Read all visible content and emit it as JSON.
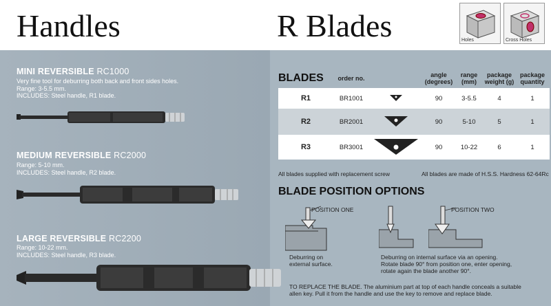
{
  "header": {
    "left_title": "Handles",
    "right_title": "R Blades",
    "thumb1_caption": "Holes",
    "thumb2_caption": "Cross Holes"
  },
  "products": [
    {
      "name": "MINI REVERSIBLE",
      "code": "RC1000",
      "desc1": "Very fine tool for deburring both back and front sides holes.",
      "desc2": "Range: 3-5.5 mm.",
      "desc3": "INCLUDES:   Steel handle, R1 blade."
    },
    {
      "name": "MEDIUM REVERSIBLE",
      "code": "RC2000",
      "desc1": "Range: 5-10 mm.",
      "desc2": "INCLUDES:   Steel handle, R2 blade."
    },
    {
      "name": "LARGE REVERSIBLE",
      "code": "RC2200",
      "desc1": "Range: 10-22 mm.",
      "desc2": "INCLUDES:   Steel handle, R3 blade."
    }
  ],
  "blades_table": {
    "title": "BLADES",
    "h_order": "order no.",
    "h_angle1": "angle",
    "h_angle2": "(degrees)",
    "h_range1": "range",
    "h_range2": "(mm)",
    "h_weight1": "package",
    "h_weight2": "weight (g)",
    "h_qty1": "package",
    "h_qty2": "quantity",
    "rows": [
      {
        "name": "R1",
        "order": "BR1001",
        "angle": "90",
        "range": "3-5.5",
        "weight": "4",
        "qty": "1"
      },
      {
        "name": "R2",
        "order": "BR2001",
        "angle": "90",
        "range": "5-10",
        "weight": "5",
        "qty": "1"
      },
      {
        "name": "R3",
        "order": "BR3001",
        "angle": "90",
        "range": "10-22",
        "weight": "6",
        "qty": "1"
      }
    ]
  },
  "notes": {
    "left": "All blades supplied with replacement screw",
    "right": "All blades are made of H.S.S. Hardness 62-64Rc"
  },
  "positions": {
    "title": "BLADE POSITION OPTIONS",
    "pos_one": "POSITION ONE",
    "pos_two": "POSITION TWO",
    "cap1a": "Deburring on",
    "cap1b": "external surface.",
    "cap2a": "Deburring on internal surface via an opening.",
    "cap2b": "Rotate blade 90° from position one, enter opening,",
    "cap2c": "rotate again the blade another 90°.",
    "replace1": "TO REPLACE THE BLADE. The aluminium part at top of each handle conceals a suitable",
    "replace2": "allen key. Pull it from the handle and use the key to remove and replace blade."
  }
}
